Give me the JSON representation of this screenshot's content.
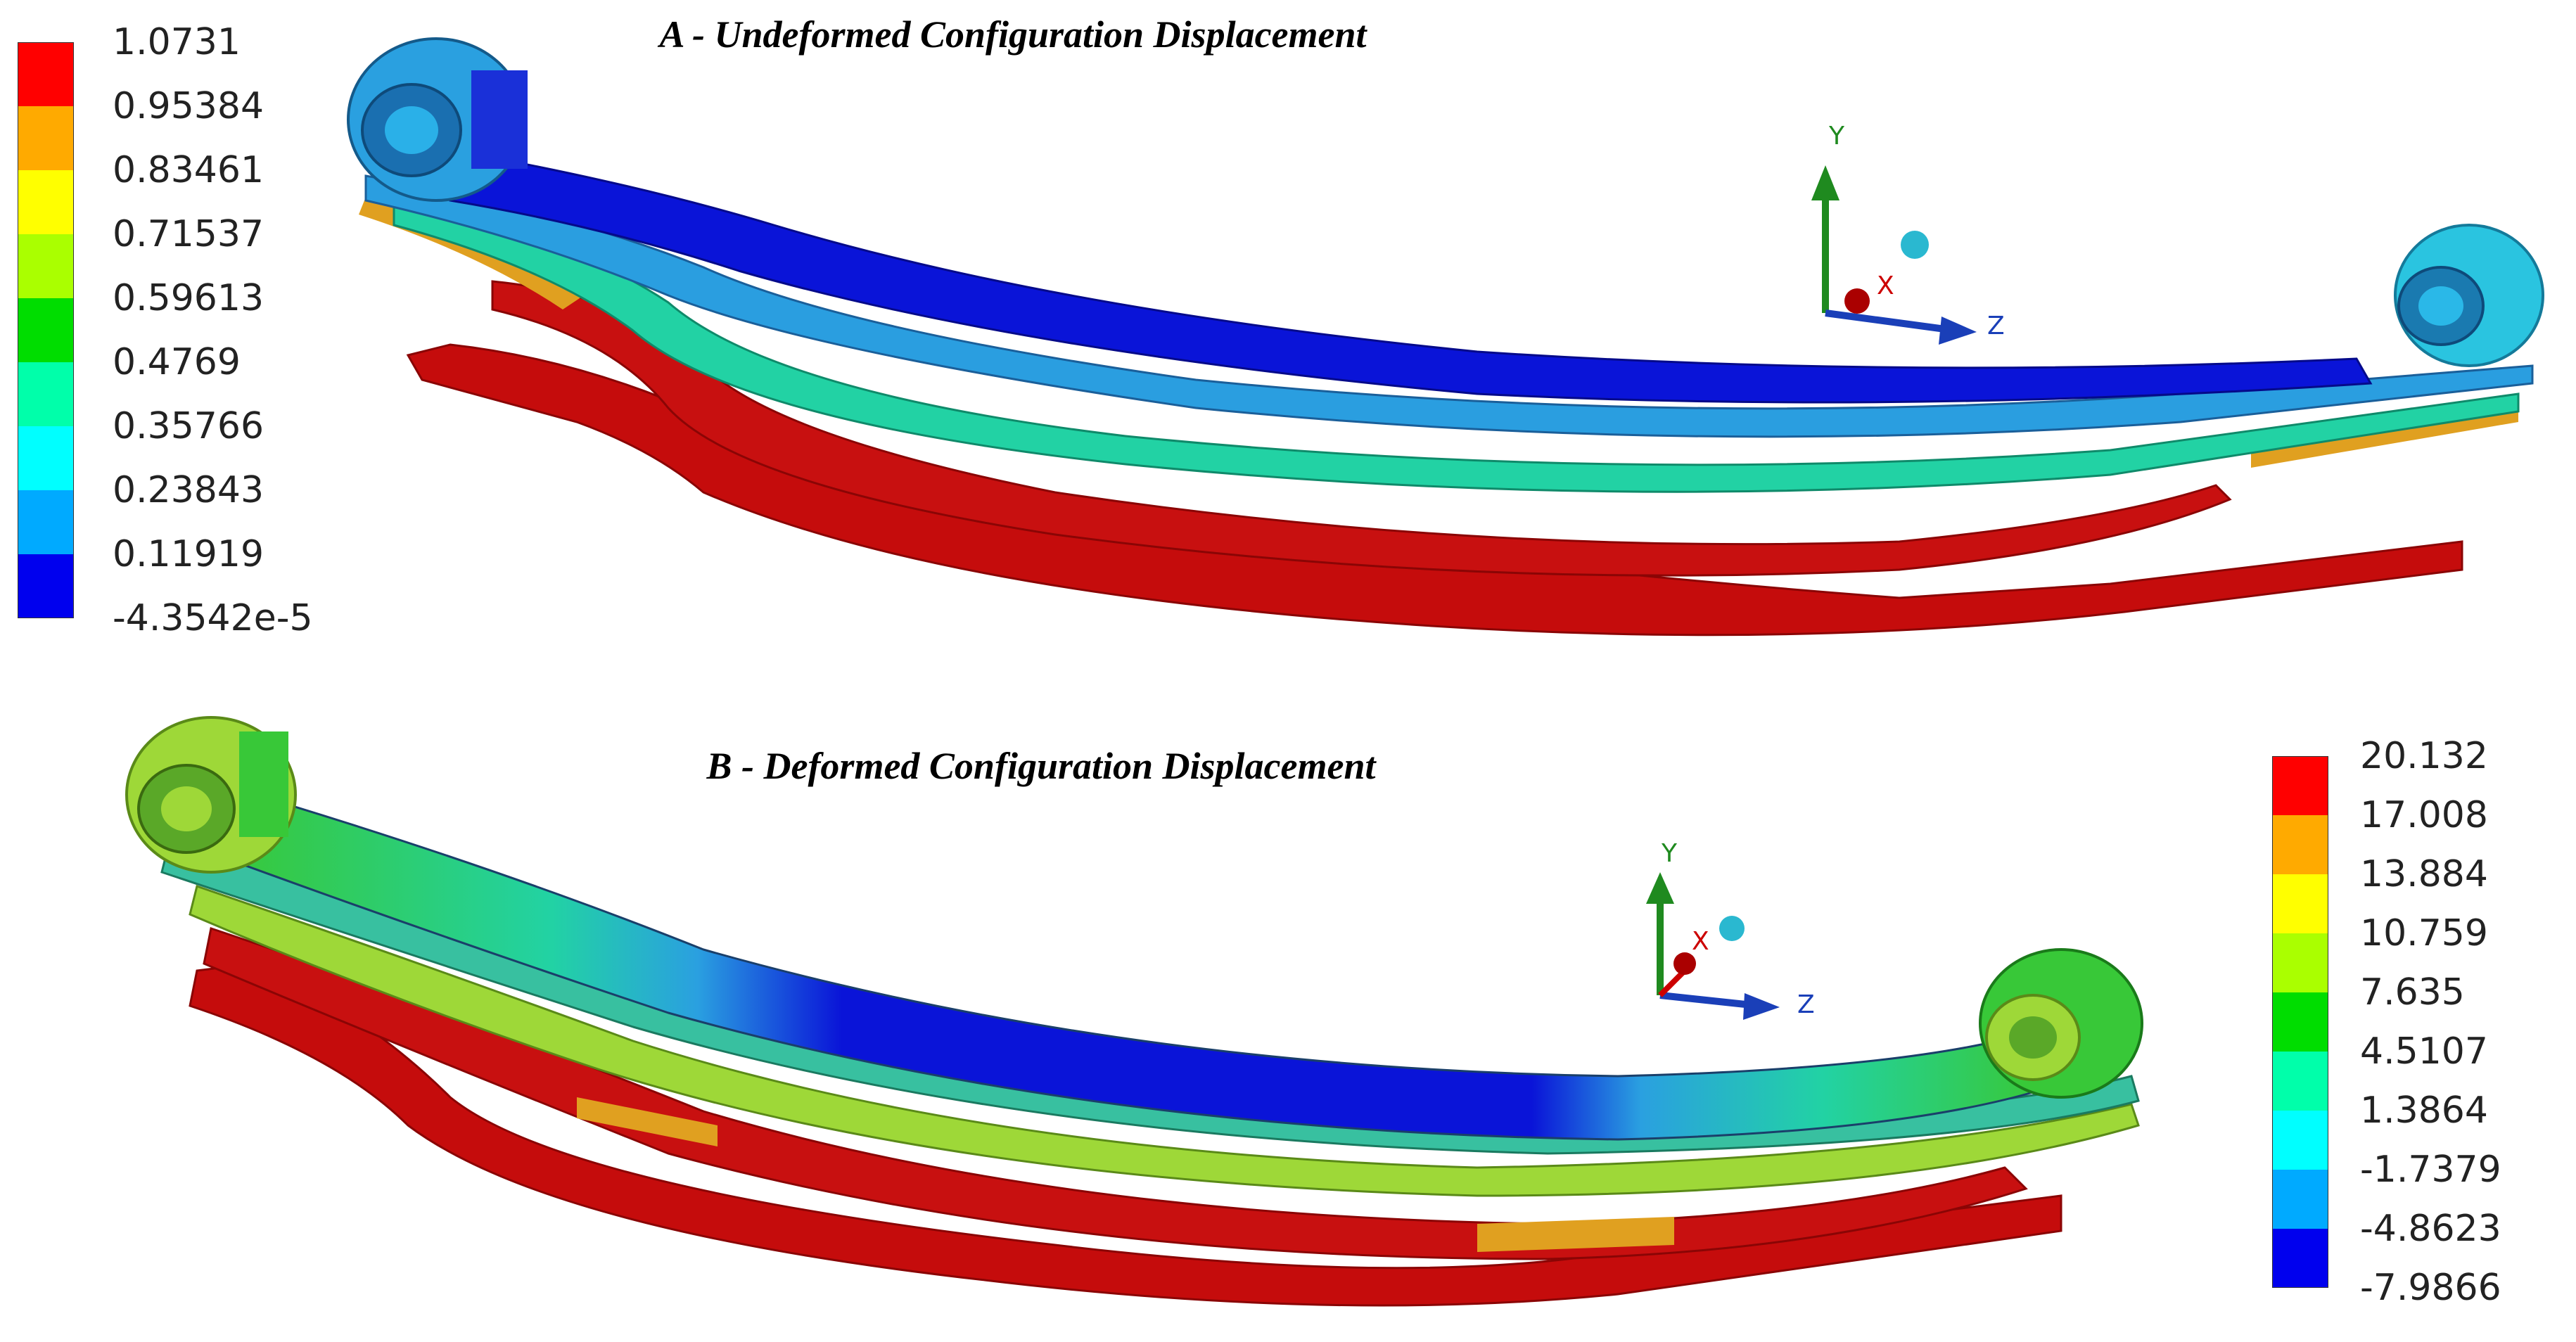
{
  "titles": {
    "top": "A - Undeformed Configuration Displacement",
    "bottom": "B - Deformed Configuration Displacement"
  },
  "legend_top": {
    "values": [
      "1.0731",
      "0.95384",
      "0.83461",
      "0.71537",
      "0.59613",
      "0.4769",
      "0.35766",
      "0.23843",
      "0.11919",
      "-4.3542e-5"
    ],
    "colors": [
      "#ff0000",
      "#ffaa00",
      "#ffff00",
      "#aaff00",
      "#00dd00",
      "#00ffaa",
      "#00ffff",
      "#00aaff",
      "#0000ee"
    ]
  },
  "legend_bottom": {
    "values": [
      "20.132",
      "17.008",
      "13.884",
      "10.759",
      "7.635",
      "4.5107",
      "1.3864",
      "-1.7379",
      "-4.8623",
      "-7.9866"
    ],
    "colors": [
      "#ff0000",
      "#ffaa00",
      "#ffff00",
      "#aaff00",
      "#00dd00",
      "#00ffaa",
      "#00ffff",
      "#00aaff",
      "#0000ee"
    ]
  },
  "axes": {
    "y_label": "Y",
    "x_label": "X",
    "z_label": "Z",
    "y_color": "#1f8a1f",
    "x_color": "#cc0000",
    "z_color": "#1a3fb8"
  },
  "model_colors": {
    "blue": "#0a14d8",
    "light_blue": "#2aa0e0",
    "cyan": "#2ad6e0",
    "teal": "#22d6a0",
    "green": "#38c838",
    "lime": "#9ee03a",
    "yellow": "#e0d820",
    "orange": "#e0a020",
    "red": "#cc0a0a"
  }
}
